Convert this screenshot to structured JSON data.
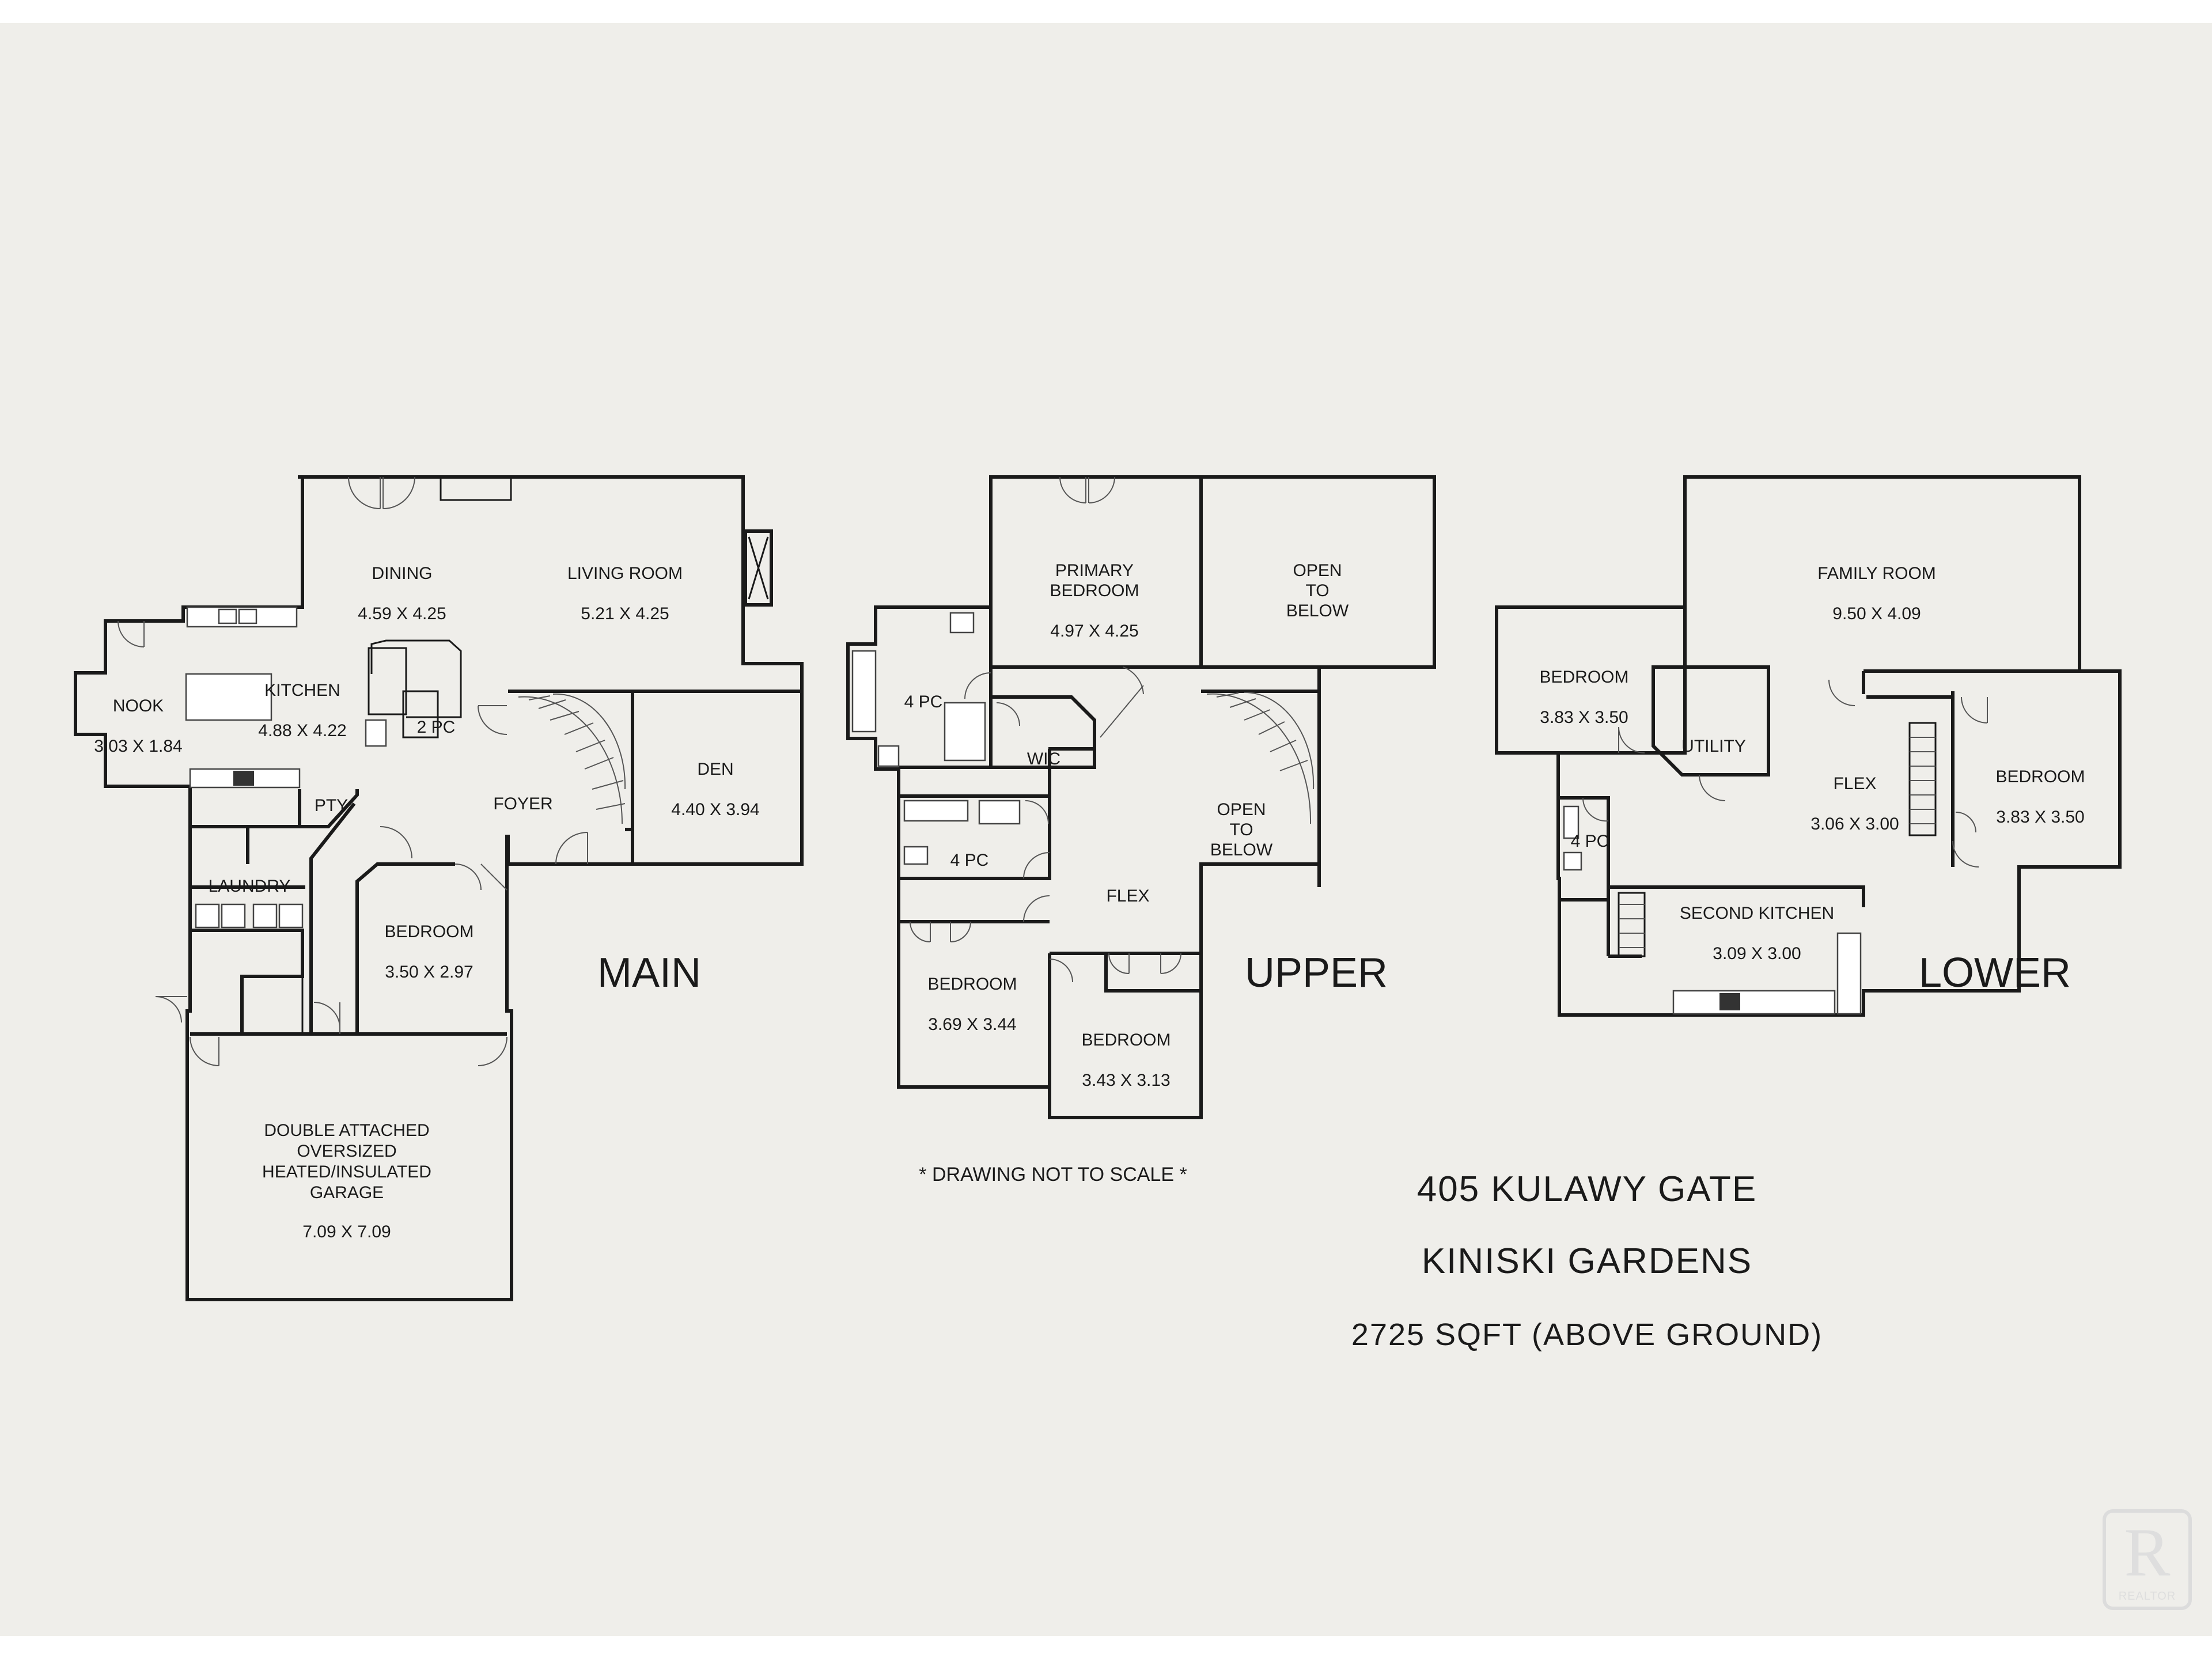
{
  "floor_plan": {
    "main": {
      "level_label": "MAIN",
      "dining": {
        "name": "DINING",
        "size": "4.59 X 4.25"
      },
      "living": {
        "name": "LIVING ROOM",
        "size": "5.21 X 4.25"
      },
      "nook": {
        "name": "NOOK",
        "size": "3.03 X 1.84"
      },
      "kitchen": {
        "name": "KITCHEN",
        "size": "4.88 X 4.22"
      },
      "powder": {
        "name": "2 PC"
      },
      "den": {
        "name": "DEN",
        "size": "4.40 X 3.94"
      },
      "foyer": {
        "name": "FOYER"
      },
      "pantry": {
        "name": "PTY"
      },
      "laundry": {
        "name": "LAUNDRY"
      },
      "bedroom": {
        "name": "BEDROOM",
        "size": "3.50 X 2.97"
      },
      "garage": {
        "name_lines": [
          "DOUBLE ATTACHED",
          "OVERSIZED",
          "HEATED/INSULATED",
          "GARAGE"
        ],
        "size": "7.09 X 7.09"
      }
    },
    "upper": {
      "level_label": "UPPER",
      "primary": {
        "name_lines": [
          "PRIMARY",
          "BEDROOM"
        ],
        "size": "4.97 X 4.25"
      },
      "open_top": {
        "name_lines": [
          "OPEN",
          "TO",
          "BELOW"
        ]
      },
      "ensuite": {
        "name": "4 PC"
      },
      "wic": {
        "name": "WIC"
      },
      "bath": {
        "name": "4 PC"
      },
      "flex": {
        "name": "FLEX"
      },
      "open_stair": {
        "name_lines": [
          "OPEN",
          "TO",
          "BELOW"
        ]
      },
      "bedroom_a": {
        "name": "BEDROOM",
        "size": "3.69 X 3.44"
      },
      "bedroom_b": {
        "name": "BEDROOM",
        "size": "3.43 X 3.13"
      },
      "note": "* DRAWING NOT TO SCALE *"
    },
    "lower": {
      "level_label": "LOWER",
      "family": {
        "name": "FAMILY ROOM",
        "size": "9.50 X 4.09"
      },
      "bedroom_a": {
        "name": "BEDROOM",
        "size": "3.83 X 3.50"
      },
      "utility": {
        "name": "UTILITY"
      },
      "flex": {
        "name": "FLEX",
        "size": "3.06 X 3.00"
      },
      "bedroom_b": {
        "name": "BEDROOM",
        "size": "3.83 X 3.50"
      },
      "bath": {
        "name": "4 PC"
      },
      "kitchen2": {
        "name": "SECOND KITCHEN",
        "size": "3.09 X 3.00"
      }
    },
    "property": {
      "address": "405  KULAWY  GATE",
      "community": "KINISKI  GARDENS",
      "area": "2725  SQFT  (ABOVE GROUND)"
    }
  },
  "watermark": {
    "icon": "realtor-r-logo-icon",
    "letter": "R",
    "caption": "REALTOR"
  }
}
